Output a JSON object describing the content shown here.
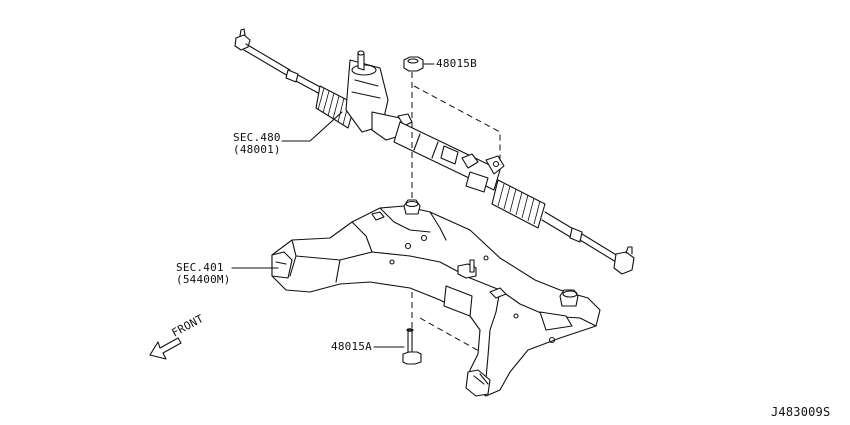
{
  "labels": {
    "part_48015b": "48015B",
    "sec480_line1": "SEC.480",
    "sec480_line2": "(48001)",
    "sec401_line1": "SEC.401",
    "sec401_line2": "(54400M)",
    "part_48015a": "48015A",
    "front": "FRONT",
    "drawing_code": "J483009S"
  }
}
